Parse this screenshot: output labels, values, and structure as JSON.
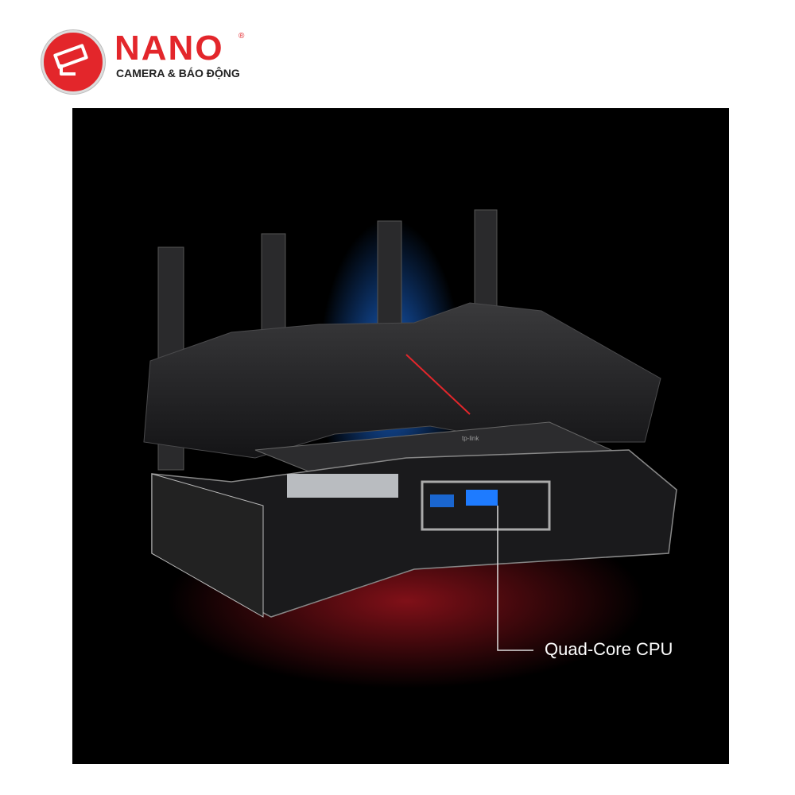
{
  "logo": {
    "brand": "NANO",
    "registered": "®",
    "tagline": "CAMERA & BÁO ĐỘNG"
  },
  "product": {
    "chip_brand": "tp-link",
    "callout": "Quad-Core CPU"
  },
  "colors": {
    "brand_red": "#e3262b",
    "glow_blue": "#1e7bff",
    "glow_red": "#a0141e"
  }
}
